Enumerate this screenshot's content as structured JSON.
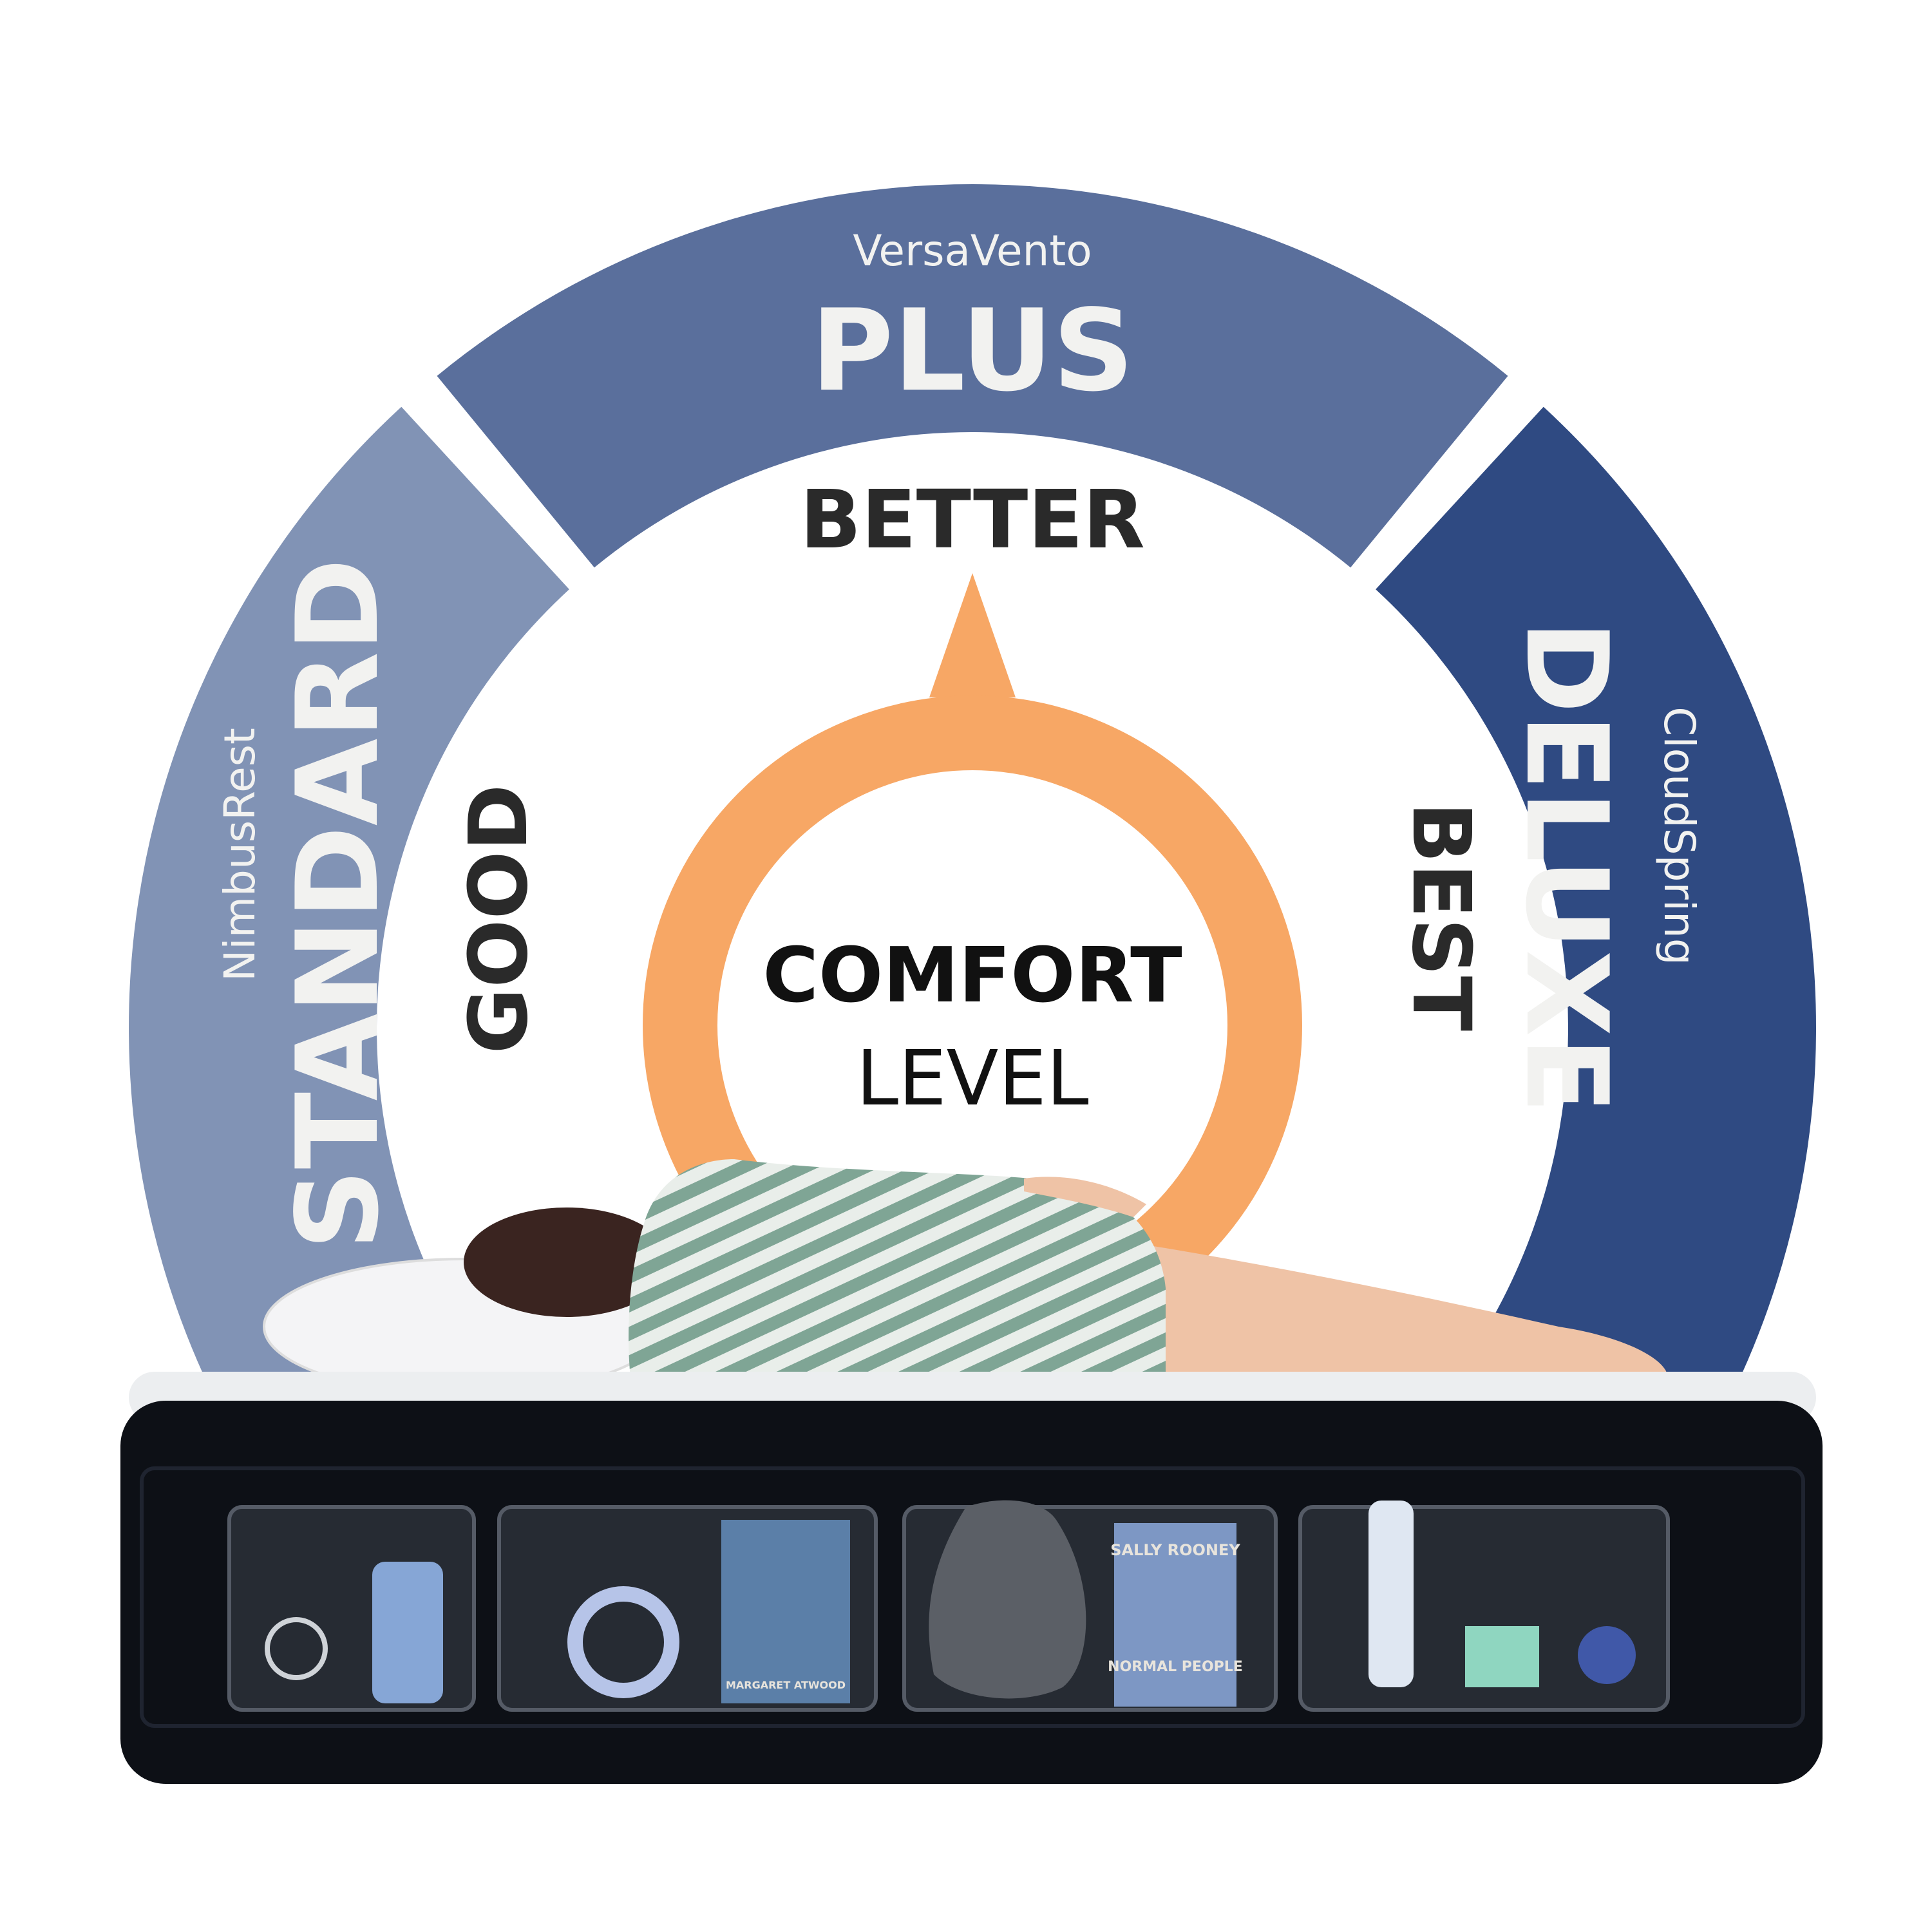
{
  "colors": {
    "standard": "#8193b5",
    "plus": "#5a6f9c",
    "deluxe": "#2f4a82",
    "pointer": "#f7a765",
    "mattress": "#0d1016"
  },
  "tiers": {
    "standard": {
      "brand": "NimbusRest",
      "name": "STANDARD",
      "level": "GOOD"
    },
    "plus": {
      "brand": "VersaVento",
      "name": "PLUS",
      "level": "BETTER"
    },
    "deluxe": {
      "brand": "CloudSpring",
      "name": "DELUXE",
      "level": "BEST"
    }
  },
  "center": {
    "line1": "COMFORT",
    "line2": "LEVEL"
  },
  "books": {
    "book1_author": "MARGARET ATWOOD",
    "book2_author": "SALLY ROONEY",
    "book2_title": "NORMAL PEOPLE"
  }
}
